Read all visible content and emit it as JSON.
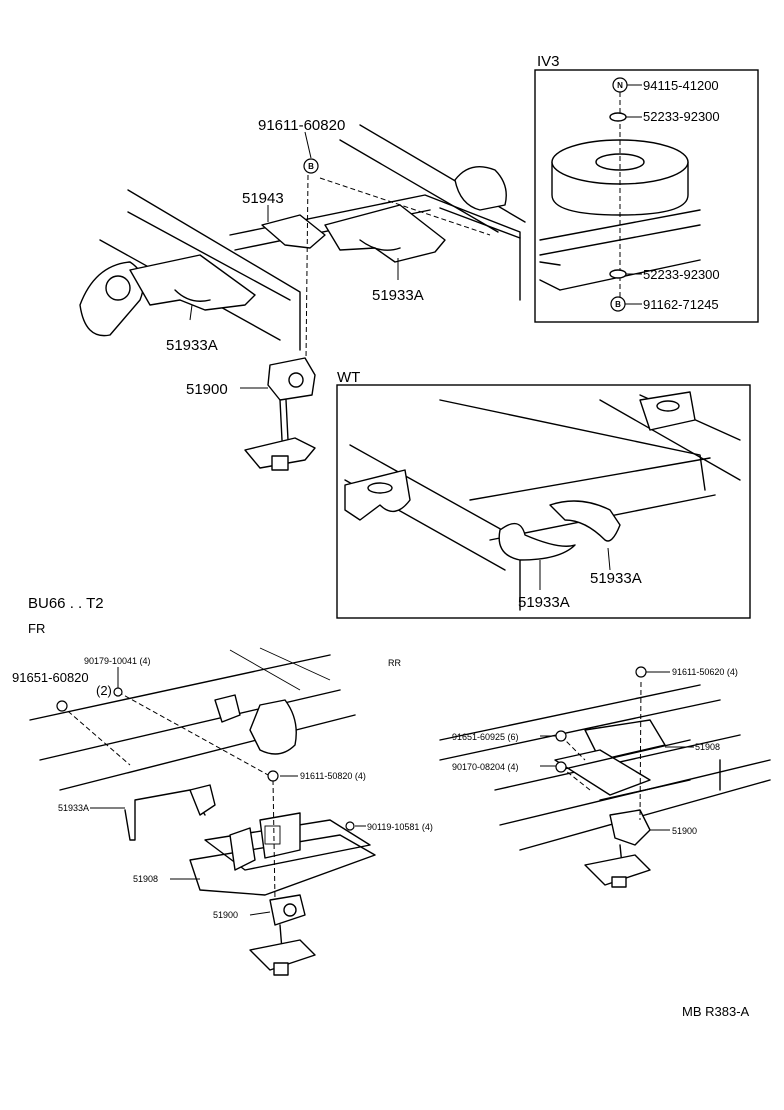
{
  "sections": {
    "iv3": "IV3",
    "wt": "WT",
    "bu66": "BU66 . . T2",
    "fr": "FR",
    "rr": "RR"
  },
  "symbols": {
    "n": "N",
    "b": "B"
  },
  "labels": {
    "p91611_60820_top": "91611-60820",
    "p51943": "51943",
    "p51933A_left": "51933A",
    "p51933A_mid": "51933A",
    "p51900_top": "51900",
    "p94115_41200": "94115-41200",
    "p52233_92300_a": "52233-92300",
    "p52233_92300_b": "52233-92300",
    "p91162_71245": "91162-71245",
    "p51933A_wt_a": "51933A",
    "p51933A_wt_b": "51933A",
    "p90179_10041": "90179-10041 (4)",
    "p91651_60820": "91651-60820",
    "p91651_60820_qty": "(2)",
    "p91611_50820_fr": "91611-50820 (4)",
    "p90119_10581": "90119-10581 (4)",
    "p51933A_fr": "51933A",
    "p51908_fr": "51908",
    "p51900_fr": "51900",
    "p91611_50620_rr": "91611-50620 (4)",
    "p91651_60925": "91651-60925 (6)",
    "p51908_rr": "51908",
    "p90170_08204": "90170-08204 (4)",
    "p51900_rr": "51900"
  },
  "footer_code": "MB R383-A"
}
